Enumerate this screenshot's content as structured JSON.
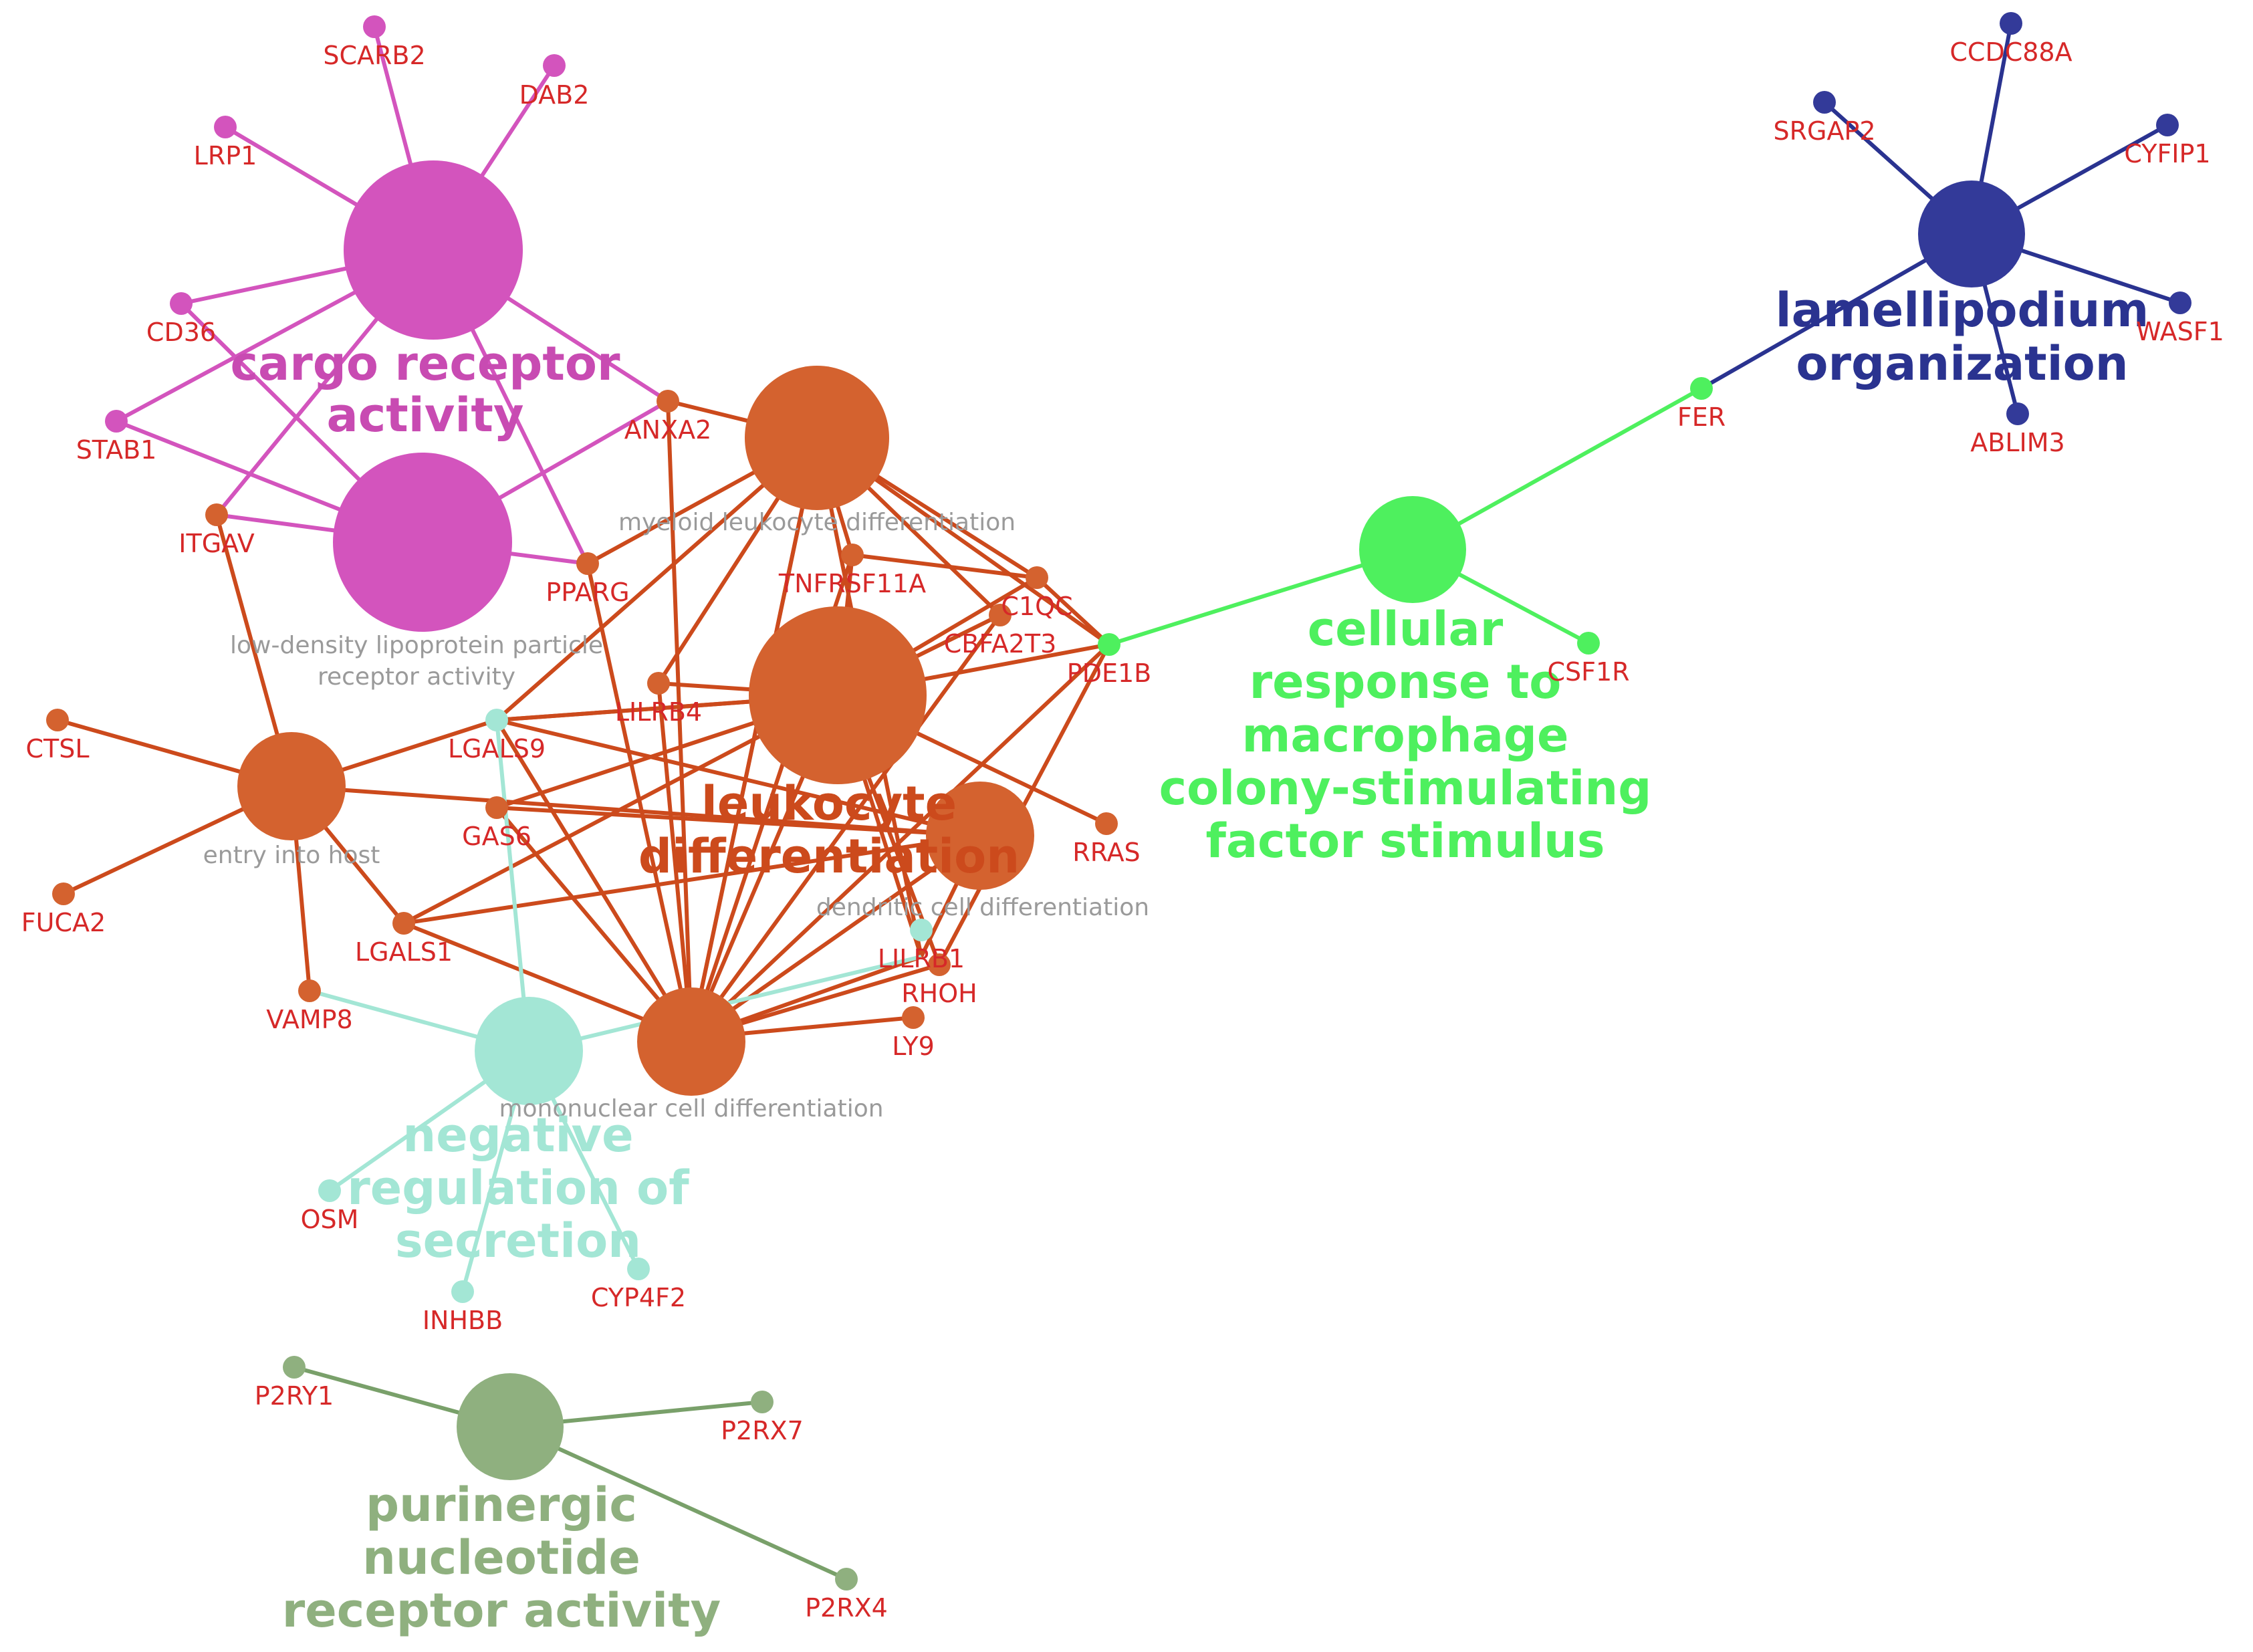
{
  "colors": {
    "cargo": "#d354bd",
    "leukocyte": "#d4622f",
    "leukocyte_edge": "#cc4a1c",
    "lamellipodium": "#333a99",
    "csf": "#4ef05e",
    "negative": "#a3e6d5",
    "purinergic": "#8fb07f",
    "gene_label": "#d62828",
    "term_label": "#9a9a9a"
  },
  "clusters": {
    "cargo": {
      "line1": "cargo receptor",
      "line2": "activity"
    },
    "lamellipodium": {
      "line1": "lamellipodium",
      "line2": "organization"
    },
    "csf": {
      "line1": "cellular",
      "line2": "response to",
      "line3": "macrophage",
      "line4": "colony-stimulating",
      "line5": "factor stimulus"
    },
    "leukocyte": {
      "line1": "leukocyte",
      "line2": "differentiation"
    },
    "negative": {
      "line1": "negative",
      "line2": "regulation of",
      "line3": "secretion"
    },
    "purinergic": {
      "line1": "purinergic",
      "line2": "nucleotide",
      "line3": "receptor activity"
    }
  },
  "terms": {
    "ldl_line1": "low-density lipoprotein particle",
    "ldl_line2": "receptor activity",
    "myeloid": "myeloid leukocyte differentiation",
    "entry": "entry into host",
    "dendritic": "dendritic cell differentiation",
    "mononuclear": "mononuclear cell differentiation"
  },
  "genes": {
    "SCARB2": "SCARB2",
    "DAB2": "DAB2",
    "LRP1": "LRP1",
    "CD36": "CD36",
    "STAB1": "STAB1",
    "ITGAV": "ITGAV",
    "ANXA2": "ANXA2",
    "PPARG": "PPARG",
    "TNFRSF11A": "TNFRSF11A",
    "C1QC": "C1QC",
    "CBFA2T3": "CBFA2T3",
    "PDE1B": "PDE1B",
    "LILRB4": "LILRB4",
    "LGALS9": "LGALS9",
    "CTSL": "CTSL",
    "GAS6": "GAS6",
    "FUCA2": "FUCA2",
    "RRAS": "RRAS",
    "LGALS1": "LGALS1",
    "LILRB1": "LILRB1",
    "RHOH": "RHOH",
    "VAMP8": "VAMP8",
    "LY9": "LY9",
    "OSM": "OSM",
    "INHBB": "INHBB",
    "CYP4F2": "CYP4F2",
    "P2RY1": "P2RY1",
    "P2RX7": "P2RX7",
    "P2RX4": "P2RX4",
    "CCDC88A": "CCDC88A",
    "SRGAP2": "SRGAP2",
    "CYFIP1": "CYFIP1",
    "WASF1": "WASF1",
    "ABLIM3": "ABLIM3",
    "FER": "FER",
    "CSF1R": "CSF1R"
  }
}
